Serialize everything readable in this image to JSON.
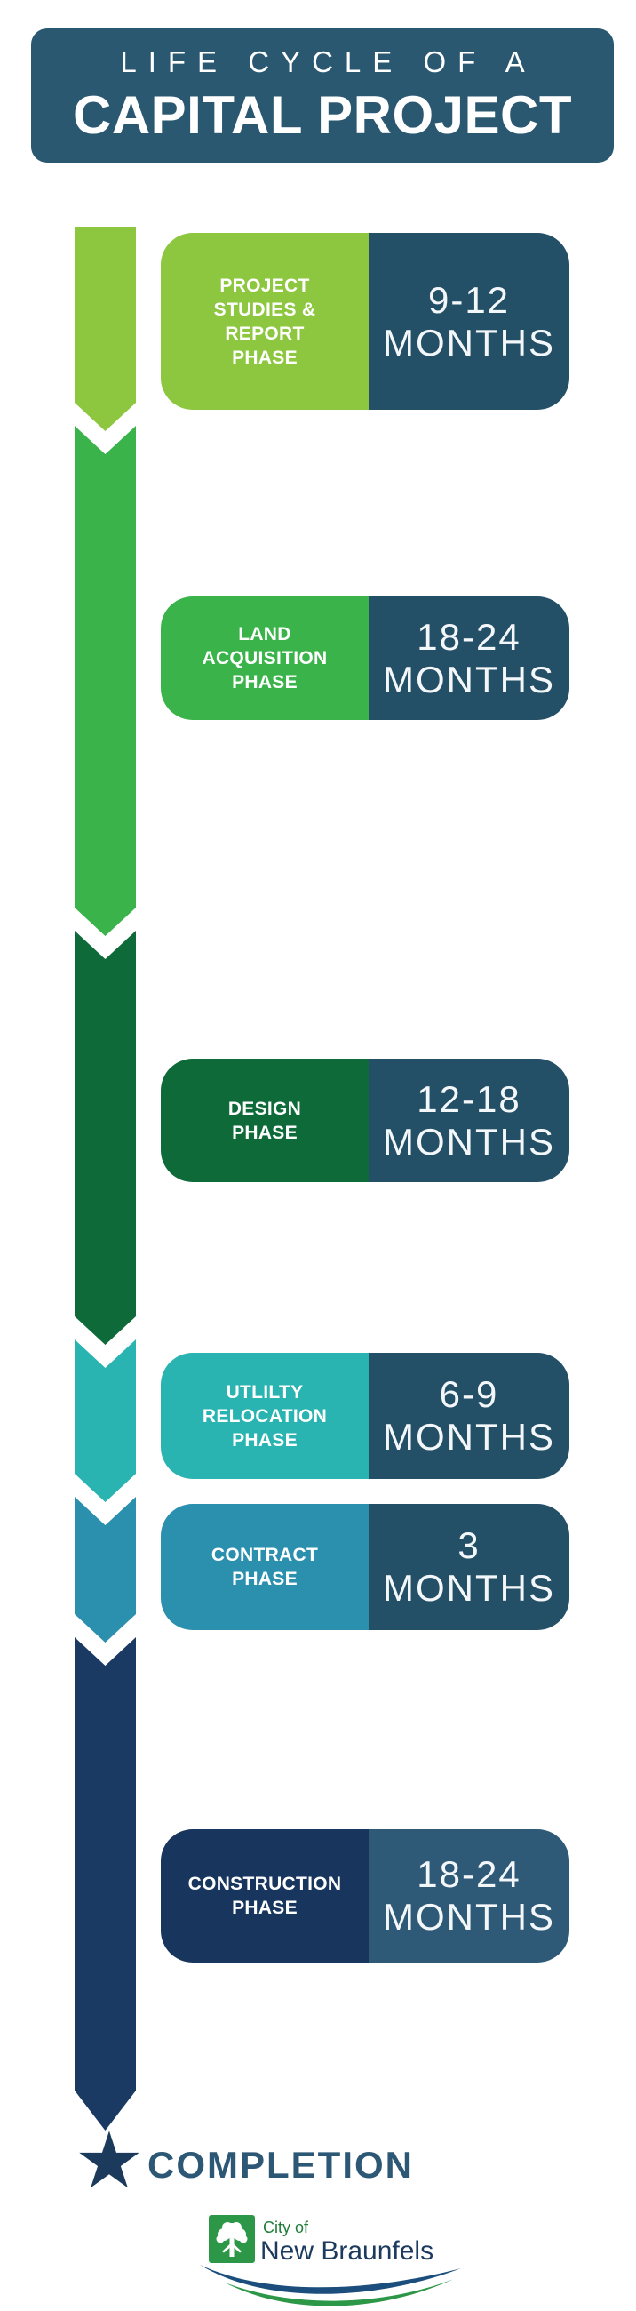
{
  "header": {
    "title_line1": "LIFE CYCLE OF A",
    "title_line2": "CAPITAL PROJECT",
    "bg_color": "#2A5871"
  },
  "phases": [
    {
      "name": "PROJECT\nSTUDIES &\nREPORT\nPHASE",
      "duration": "9-12",
      "unit": "MONTHS",
      "color": "#8DC63F"
    },
    {
      "name": "LAND\nACQUISITION\nPHASE",
      "duration": "18-24",
      "unit": "MONTHS",
      "color": "#3AB44A"
    },
    {
      "name": "DESIGN\nPHASE",
      "duration": "12-18",
      "unit": "MONTHS",
      "color": "#0E6B39"
    },
    {
      "name": "UTLILTY\nRELOCATION\nPHASE",
      "duration": "6-9",
      "unit": "MONTHS",
      "color": "#29B3B1"
    },
    {
      "name": "CONTRACT\nPHASE",
      "duration": "3",
      "unit": "MONTHS",
      "color": "#2B90AE"
    },
    {
      "name": "CONSTRUCTION\nPHASE",
      "duration": "18-24",
      "unit": "MONTHS",
      "color": "#17355D"
    }
  ],
  "completion": {
    "label": "COMPLETION",
    "star_icon": "★"
  },
  "logo": {
    "line1": "City of",
    "line2": "New Braunfels"
  },
  "colors": {
    "duration_panel": "#234F67",
    "duration_panel_last": "#2E5A77",
    "completion_text": "#2D5875",
    "star": "#1B3A5C",
    "logo_green": "#2C9747",
    "logo_text_green": "#1E7C38",
    "logo_navy": "#1B3A5E",
    "swoosh_blue": "#1B4E7C",
    "swoosh_green": "#2C9747"
  }
}
